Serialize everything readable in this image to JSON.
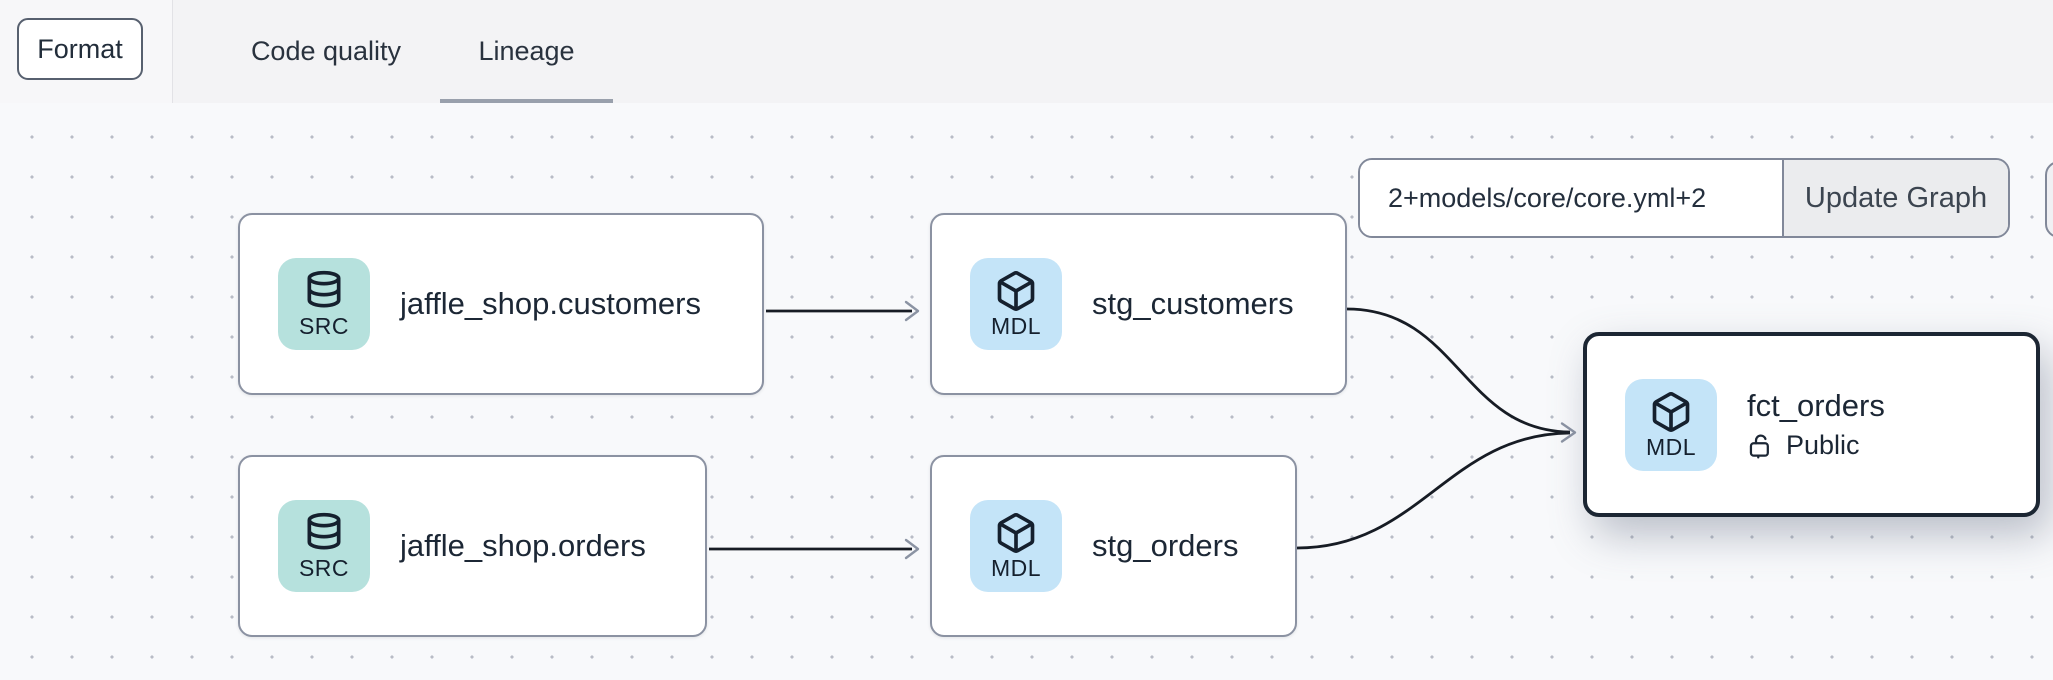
{
  "header": {
    "format_button": "Format",
    "tabs": [
      {
        "label": "Code quality",
        "active": false
      },
      {
        "label": "Lineage",
        "active": true
      }
    ]
  },
  "toolbar": {
    "selector_value": "2+models/core/core.yml+2",
    "update_button": "Update Graph"
  },
  "graph": {
    "nodes": [
      {
        "id": "jaffle_shop.customers",
        "label": "jaffle_shop.customers",
        "badge": "SRC",
        "icon": "database",
        "selected": false
      },
      {
        "id": "stg_customers",
        "label": "stg_customers",
        "badge": "MDL",
        "icon": "cube",
        "selected": false
      },
      {
        "id": "jaffle_shop.orders",
        "label": "jaffle_shop.orders",
        "badge": "SRC",
        "icon": "database",
        "selected": false
      },
      {
        "id": "stg_orders",
        "label": "stg_orders",
        "badge": "MDL",
        "icon": "cube",
        "selected": false
      },
      {
        "id": "fct_orders",
        "label": "fct_orders",
        "badge": "MDL",
        "icon": "cube",
        "selected": true,
        "access": "Public",
        "access_icon": "lock-open"
      }
    ],
    "edges": [
      {
        "from": "jaffle_shop.customers",
        "to": "stg_customers"
      },
      {
        "from": "jaffle_shop.orders",
        "to": "stg_orders"
      },
      {
        "from": "stg_customers",
        "to": "fct_orders"
      },
      {
        "from": "stg_orders",
        "to": "fct_orders"
      }
    ]
  },
  "colors": {
    "canvas_bg": "#f8f9fb",
    "topbar_bg": "#f3f3f5",
    "node_border": "#8b92a2",
    "selected_node_border": "#1c2633",
    "src_tile_bg": "#b6e1dd",
    "mdl_tile_bg": "#c4e4f8",
    "edge_line": "#171c24",
    "arrowhead": "#8b93a3",
    "active_tab_underline": "#99a0ac",
    "update_button_bg": "#ebecee",
    "text": "#1c2735"
  }
}
